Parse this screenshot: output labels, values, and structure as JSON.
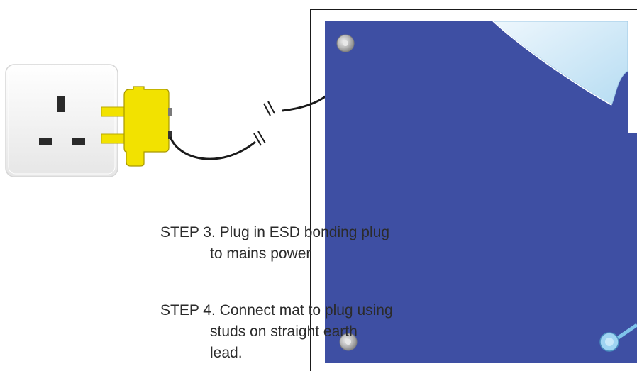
{
  "steps": [
    {
      "label": "STEP 3.",
      "lines": [
        "Plug in ESD bonding plug",
        "to mains power"
      ]
    },
    {
      "label": "STEP 4.",
      "lines": [
        "Connect mat to plug using",
        "studs on straight earth",
        "lead."
      ]
    }
  ],
  "colors": {
    "mat": "#3e4fa3",
    "plug": "#f2e200",
    "socket": "#f2f2f2",
    "peel": "#c8e6f7"
  }
}
